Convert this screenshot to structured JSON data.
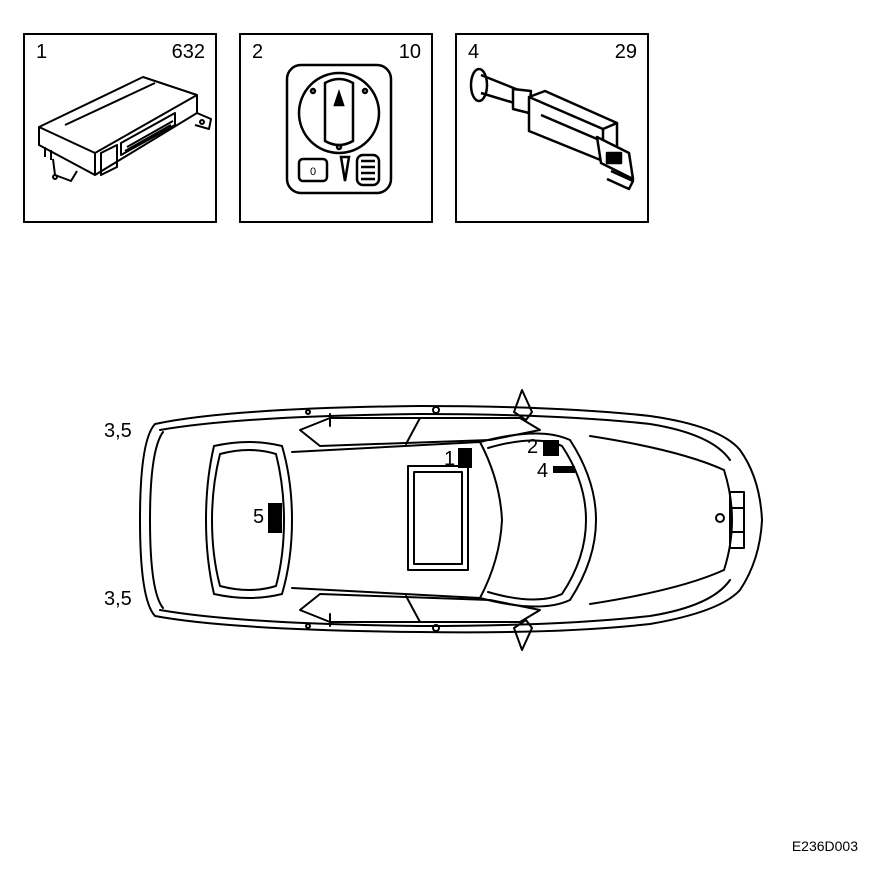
{
  "panels": [
    {
      "number": "1",
      "code": "632",
      "icon": "control-module-icon"
    },
    {
      "number": "2",
      "code": "10",
      "icon": "light-switch-icon"
    },
    {
      "number": "4",
      "code": "29",
      "icon": "brake-light-switch-icon"
    }
  ],
  "car_callouts": {
    "left_top": "3,5",
    "left_bottom": "3,5",
    "rear_component": "5",
    "module": "1",
    "switch": "2",
    "pedal_switch": "4"
  },
  "diagram_ref": "E236D003"
}
